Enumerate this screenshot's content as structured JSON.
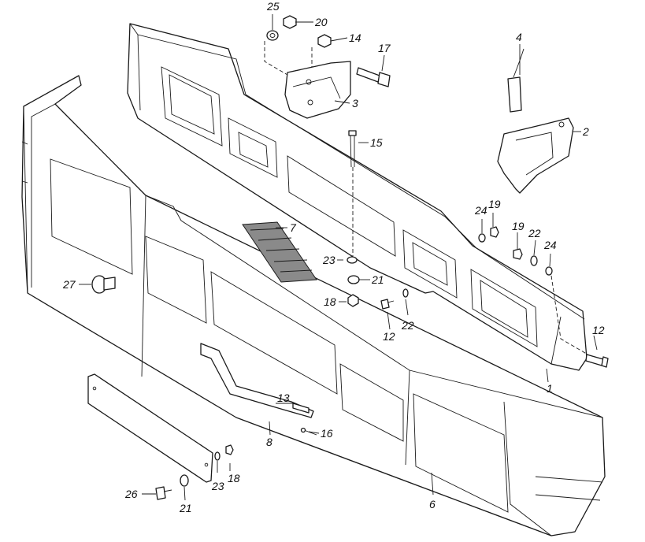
{
  "callouts": [
    {
      "id": "c1",
      "label": "1"
    },
    {
      "id": "c2",
      "label": "2"
    },
    {
      "id": "c3",
      "label": "3"
    },
    {
      "id": "c4",
      "label": "4"
    },
    {
      "id": "c6",
      "label": "6"
    },
    {
      "id": "c7",
      "label": "7"
    },
    {
      "id": "c8",
      "label": "8"
    },
    {
      "id": "c12a",
      "label": "12"
    },
    {
      "id": "c12b",
      "label": "12"
    },
    {
      "id": "c13",
      "label": "13"
    },
    {
      "id": "c14",
      "label": "14"
    },
    {
      "id": "c15",
      "label": "15"
    },
    {
      "id": "c16",
      "label": "16"
    },
    {
      "id": "c17",
      "label": "17"
    },
    {
      "id": "c18a",
      "label": "18"
    },
    {
      "id": "c18b",
      "label": "18"
    },
    {
      "id": "c19a",
      "label": "19"
    },
    {
      "id": "c19b",
      "label": "19"
    },
    {
      "id": "c20",
      "label": "20"
    },
    {
      "id": "c21a",
      "label": "21"
    },
    {
      "id": "c21b",
      "label": "21"
    },
    {
      "id": "c22a",
      "label": "22"
    },
    {
      "id": "c22b",
      "label": "22"
    },
    {
      "id": "c23a",
      "label": "23"
    },
    {
      "id": "c23b",
      "label": "23"
    },
    {
      "id": "c24a",
      "label": "24"
    },
    {
      "id": "c24b",
      "label": "24"
    },
    {
      "id": "c25",
      "label": "25"
    },
    {
      "id": "c26",
      "label": "26"
    },
    {
      "id": "c27",
      "label": "27"
    }
  ]
}
